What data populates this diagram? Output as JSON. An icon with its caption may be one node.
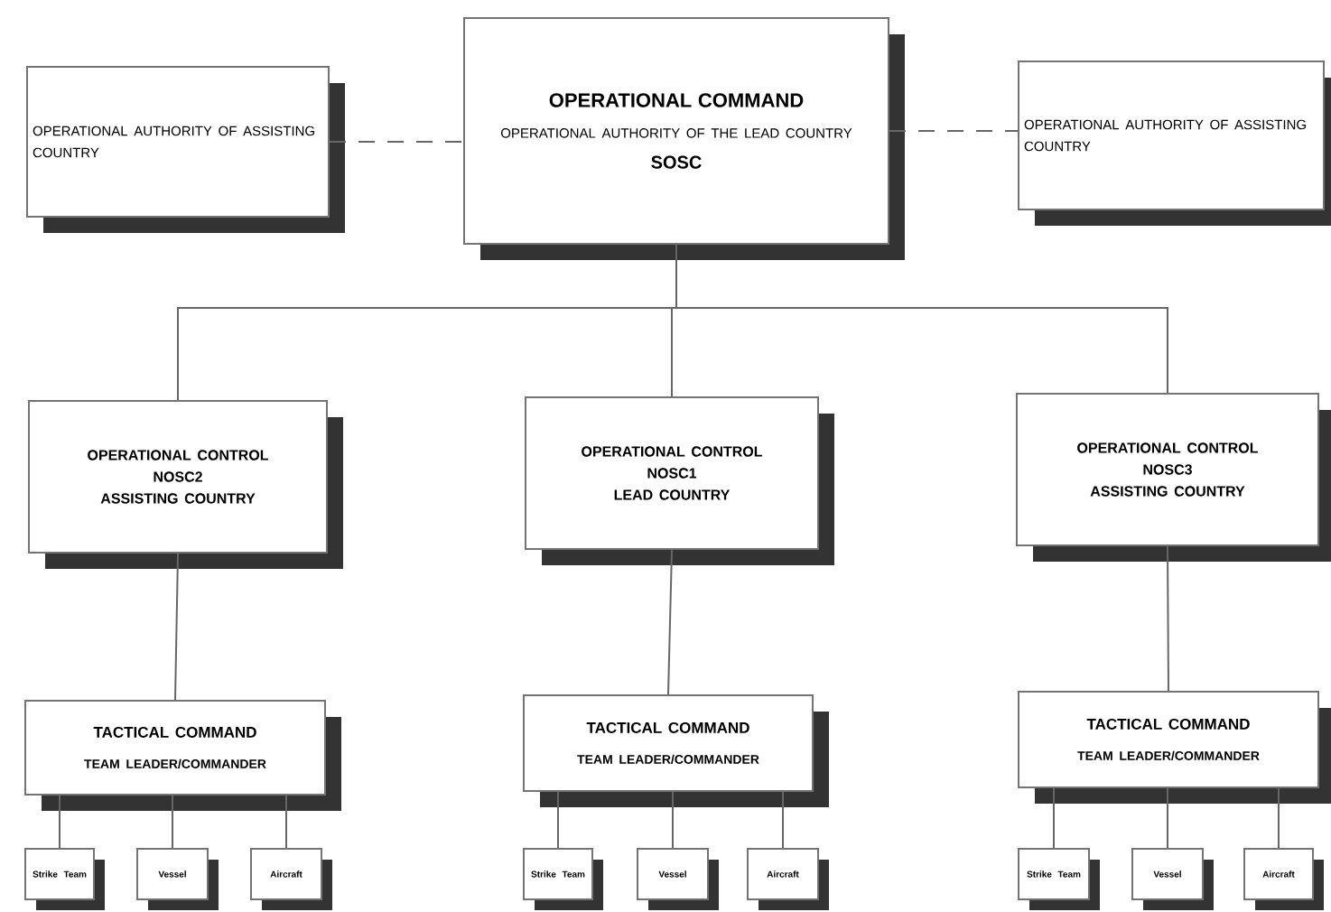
{
  "diagram": {
    "nodes": [
      {
        "text": [
          "OPERATIONAL AUTHORITY OF ASSISTING COUNTRY"
        ]
      },
      {
        "text": [
          "OPERATIONAL COMMAND",
          "OPERATIONAL AUTHORITY OF THE LEAD COUNTRY",
          "SOSC"
        ]
      },
      {
        "text": [
          "OPERATIONAL AUTHORITY OF ASSISTING COUNTRY"
        ]
      },
      {
        "text": [
          "OPERATIONAL CONTROL",
          "NOSC2",
          "ASSISTING COUNTRY"
        ]
      },
      {
        "text": [
          "OPERATIONAL CONTROL",
          "NOSC1",
          "LEAD COUNTRY"
        ]
      },
      {
        "text": [
          "OPERATIONAL CONTROL",
          "NOSC3",
          "ASSISTING COUNTRY"
        ]
      },
      {
        "text": [
          "TACTICAL COMMAND",
          "TEAM LEADER/COMMANDER"
        ]
      },
      {
        "text": [
          "TACTICAL COMMAND",
          "TEAM LEADER/COMMANDER"
        ]
      },
      {
        "text": [
          "TACTICAL COMMAND",
          "TEAM LEADER/COMMANDER"
        ]
      },
      {
        "text": [
          "Strike Team"
        ]
      },
      {
        "text": [
          "Vessel"
        ]
      },
      {
        "text": [
          "Aircraft"
        ]
      },
      {
        "text": [
          "Strike Team"
        ]
      },
      {
        "text": [
          "Vessel"
        ]
      },
      {
        "text": [
          "Aircraft"
        ]
      },
      {
        "text": [
          "Strike Team"
        ]
      },
      {
        "text": [
          "Vessel"
        ]
      },
      {
        "text": [
          "Aircraft"
        ]
      }
    ],
    "edges": [
      {
        "from": 0,
        "to": 1,
        "arrow": "none",
        "style": "dashed"
      },
      {
        "from": 1,
        "to": 2,
        "arrow": "none",
        "style": "dashed"
      },
      {
        "from": 1,
        "to": 3,
        "arrow": "none"
      },
      {
        "from": 1,
        "to": 4,
        "arrow": "none"
      },
      {
        "from": 1,
        "to": 5,
        "arrow": "none"
      },
      {
        "from": 3,
        "to": 6,
        "arrow": "none"
      },
      {
        "from": 4,
        "to": 7,
        "arrow": "none"
      },
      {
        "from": 5,
        "to": 8,
        "arrow": "none"
      },
      {
        "from": 6,
        "to": 9,
        "arrow": "none"
      },
      {
        "from": 6,
        "to": 10,
        "arrow": "none"
      },
      {
        "from": 6,
        "to": 11,
        "arrow": "none"
      },
      {
        "from": 7,
        "to": 12,
        "arrow": "none"
      },
      {
        "from": 7,
        "to": 13,
        "arrow": "none"
      },
      {
        "from": 7,
        "to": 14,
        "arrow": "none"
      },
      {
        "from": 8,
        "to": 15,
        "arrow": "none"
      },
      {
        "from": 8,
        "to": 16,
        "arrow": "none"
      },
      {
        "from": 8,
        "to": 17,
        "arrow": "none"
      }
    ]
  }
}
